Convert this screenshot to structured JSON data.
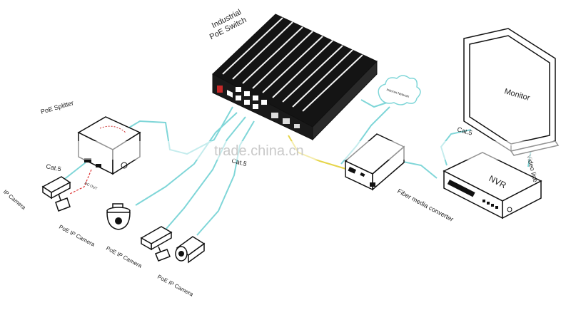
{
  "labels": {
    "switch": [
      "Industrial",
      "PoE Switch"
    ],
    "cloud": "Internet Network",
    "monitor": "Monitor",
    "nvr": "NVR",
    "splitter": "PoE Splitter",
    "splitter_dc": "DC OUT",
    "cat5_left": "Cat.5",
    "cat5_switch": "Cat.5",
    "cat5_nvr": "Cat.5",
    "video_line": "Video line",
    "fiber": "Fiber media converter",
    "ip_camera": "IP Camera",
    "poe_cam_1": "PoE IP Camera",
    "poe_cam_2": "PoE IP Camera",
    "poe_cam_3": "PoE IP Camera"
  },
  "watermark": "trade.china.cn",
  "colors": {
    "cable": "#7fd6d8",
    "fiber_cable": "#e6d54a",
    "dc_cable": "#d33333"
  }
}
